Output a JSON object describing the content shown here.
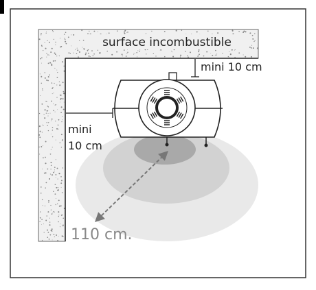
{
  "labels": {
    "wall_surface": "surface incombustible",
    "back_clearance": "mini 10 cm",
    "side_clearance_line1": "mini",
    "side_clearance_line2": "10 cm",
    "front_clearance": "110 cm."
  },
  "colors": {
    "frame": "#333333",
    "wall_fill": "#f0f0f0",
    "wall_speckle": "#8a8a8a",
    "zone_outer": "#e9e9e9",
    "zone_middle": "#d2d2d2",
    "zone_inner": "#a9a9a9",
    "front_text": "#888888",
    "arrow": "#777777"
  },
  "icons": {
    "stove": "stove-top-view-icon",
    "arrow": "double-headed-arrow-icon"
  }
}
